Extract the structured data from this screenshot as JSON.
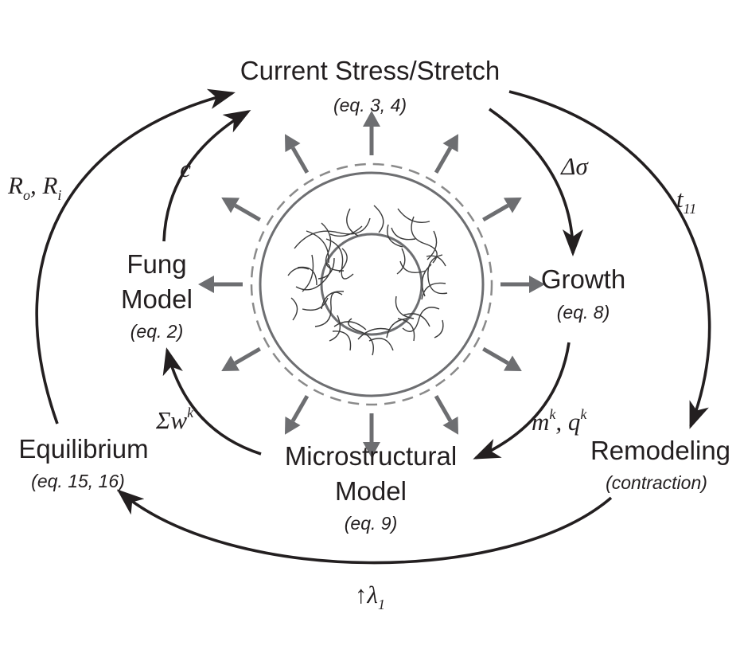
{
  "nodes": {
    "current_stress": {
      "title": "Current Stress/Stretch",
      "ref": "(eq. 3, 4)"
    },
    "growth": {
      "title": "Growth",
      "ref": "(eq. 8)"
    },
    "remodeling": {
      "title": "Remodeling",
      "ref": "(contraction)"
    },
    "microstructural": {
      "title_line1": "Microstructural",
      "title_line2": "Model",
      "ref": "(eq. 9)"
    },
    "fung": {
      "title_line1": "Fung",
      "title_line2": "Model",
      "ref": "(eq. 2)"
    },
    "equilibrium": {
      "title": "Equilibrium",
      "ref": "(eq. 15, 16)"
    }
  },
  "edges": {
    "delta_sigma": {
      "label": "Δσ"
    },
    "t11": {
      "main": "t",
      "sub": "11"
    },
    "mk_qk": {
      "m": "m",
      "m_sup": "k",
      "sep": ", ",
      "q": "q",
      "q_sup": "k"
    },
    "sum_wk": {
      "main": "Σw",
      "sup": "k"
    },
    "c": {
      "label": "c"
    },
    "ro_ri": {
      "r1": "R",
      "r1_sub": "o",
      "sep": ", ",
      "r2": "R",
      "r2_sub": "i"
    },
    "lambda": {
      "arrow": "↑",
      "main": "λ",
      "sub": "1"
    }
  },
  "colors": {
    "text": "#231f20",
    "cycle_arrows": "#231f20",
    "radial_arrows": "#6d6e71",
    "vessel": "#6d6e71",
    "fibers": "#3a3a3a"
  },
  "icons": {
    "center": "vessel-cross-section-icon",
    "radial": "outward-pressure-arrows"
  }
}
